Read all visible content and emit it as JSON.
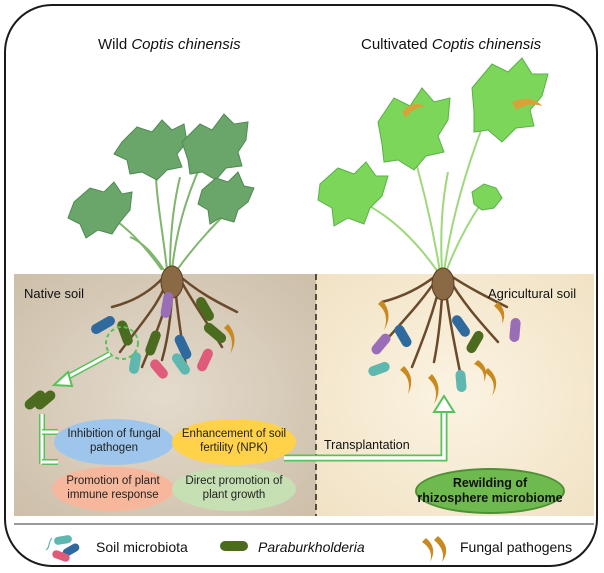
{
  "titles": {
    "wild_prefix": "Wild ",
    "wild_species": "Coptis chinensis",
    "cultivated_prefix": "Cultivated ",
    "cultivated_species": "Coptis chinensis"
  },
  "soils": {
    "native": "Native soil",
    "agricultural": "Agricultural soil"
  },
  "functions": {
    "fungal": "Inhibition of fungal pathogen",
    "npk": "Enhancement of soil fertility (NPK)",
    "immune": "Promotion of plant immune response",
    "growth": "Direct promotion of plant growth"
  },
  "transplantation": "Transplantation",
  "rewilding": "Rewilding of rhizosphere microbiome",
  "legend": {
    "soil_microbiota": "Soil microbiota",
    "paraburkholderia": "Paraburkholderia",
    "fungal_pathogens": "Fungal pathogens"
  },
  "colors": {
    "native_soil": "#d8ccbb",
    "agricultural_soil": "#f6ead2",
    "paraburkholderia": "#4b6b1f",
    "fungal_pathogen": "#c8891f",
    "arrow_green": "#57c25a",
    "wild_leaf": "#6aa56a",
    "cultivated_leaf": "#7cd65a"
  }
}
